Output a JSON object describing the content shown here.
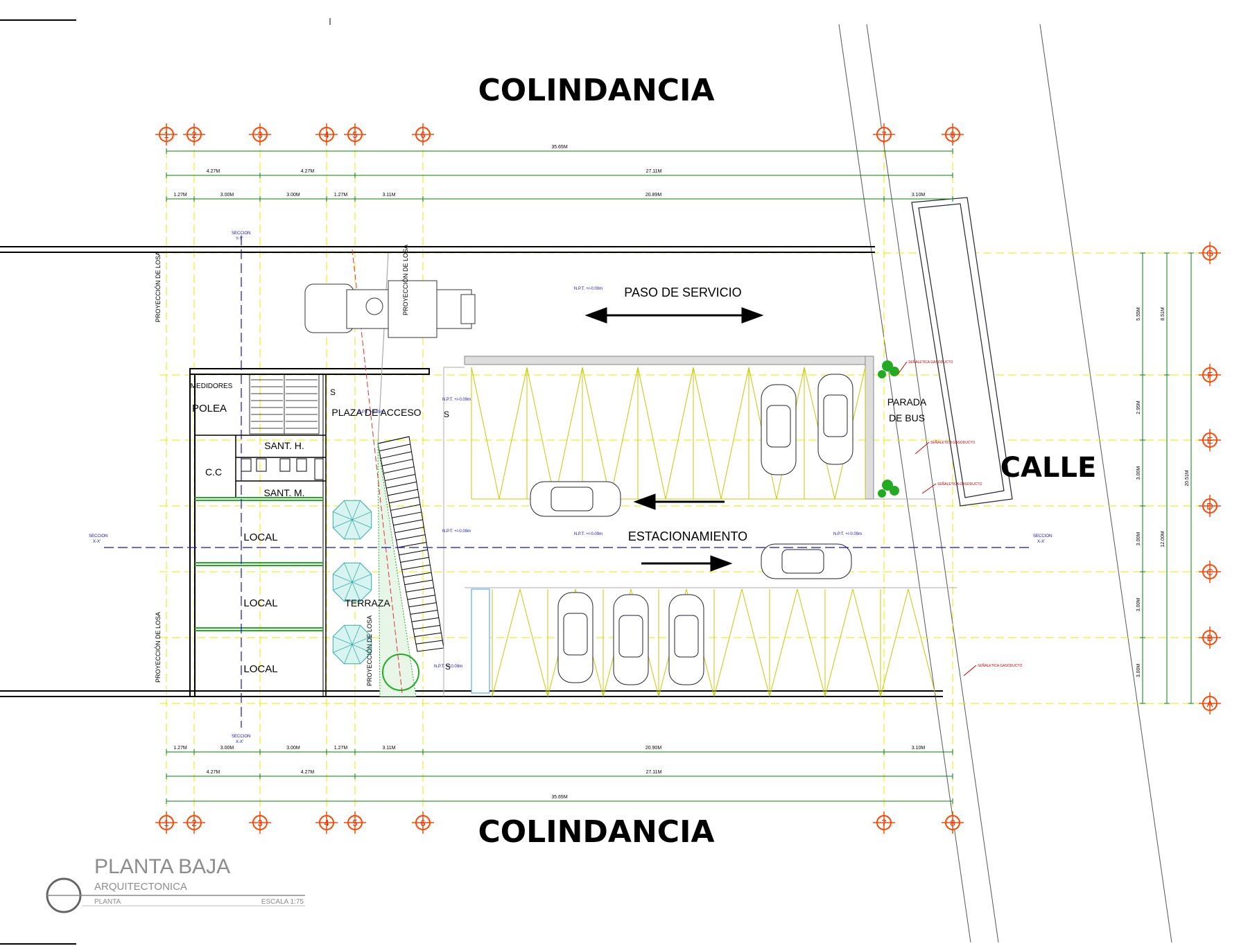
{
  "labels": {
    "colindancia_top": "COLINDANCIA",
    "colindancia_bottom": "COLINDANCIA",
    "calle": "CALLE",
    "paso_servicio": "PASO DE SERVICIO",
    "estacionamiento": "ESTACIONAMIENTO",
    "parada": "PARADA",
    "de_bus": "DE BUS",
    "plaza_acceso": "PLAZA DE ACCESO",
    "terraza": "TERRAZA",
    "medidores": "MEDIDORES",
    "polea": "POLEA",
    "cc": "C.C",
    "sant_h": "SANT. H.",
    "sant_m": "SANT. M.",
    "local": "LOCAL",
    "proyeccion_losa": "PROYECCIÓN DE LOSA",
    "seccion": "SECCION",
    "seccion_yy": "Y-Y'",
    "seccion_xx": "X-X'",
    "npt_1": "N.P.T. +/-0.00m",
    "npt_2": "N.P.T. +0.45m",
    "npt_3": "N.P.T. +/-0.09m",
    "senaletica": "SEÑALETICA GASODUCTO",
    "s": "S"
  },
  "title_block": {
    "title": "PLANTA BAJA",
    "subtitle": "ARQUITECTONICA",
    "view": "PLANTA",
    "scale": "ESCALA 1:75"
  },
  "axes_vertical": [
    "1",
    "2",
    "3",
    "4",
    "5",
    "6",
    "7",
    "8"
  ],
  "axes_horizontal": [
    "G",
    "F",
    "E",
    "D",
    "C",
    "B",
    "A"
  ],
  "dims_top": {
    "total": "35.65M",
    "row2": [
      "4.27M",
      "4.27M",
      "27.11M"
    ],
    "row3": [
      "1.27M",
      "3.00M",
      "3.00M",
      "1.27M",
      "3.11M",
      "20.89M",
      "3.10M"
    ]
  },
  "dims_bottom": {
    "total": "35.65M",
    "row2": [
      "4.27M",
      "4.27M",
      "27.11M"
    ],
    "row3": [
      "1.27M",
      "3.00M",
      "3.00M",
      "1.27M",
      "3.11M",
      "20.90M",
      "3.10M"
    ]
  },
  "dims_right": {
    "segments": [
      "5.55M",
      "2.95M",
      "3.00M",
      "3.00M",
      "3.00M",
      "3.00M"
    ],
    "mid": [
      "8.51M",
      "12.00M"
    ],
    "total": "20.51M"
  },
  "colors": {
    "wall": "#000000",
    "grid_yellow": "#e8e800",
    "dim_green": "#008000",
    "axis_red": "#ff4500",
    "section_blue": "#1010c0",
    "stall_yellow": "#d6d600",
    "landscape_green": "#22aa22"
  }
}
